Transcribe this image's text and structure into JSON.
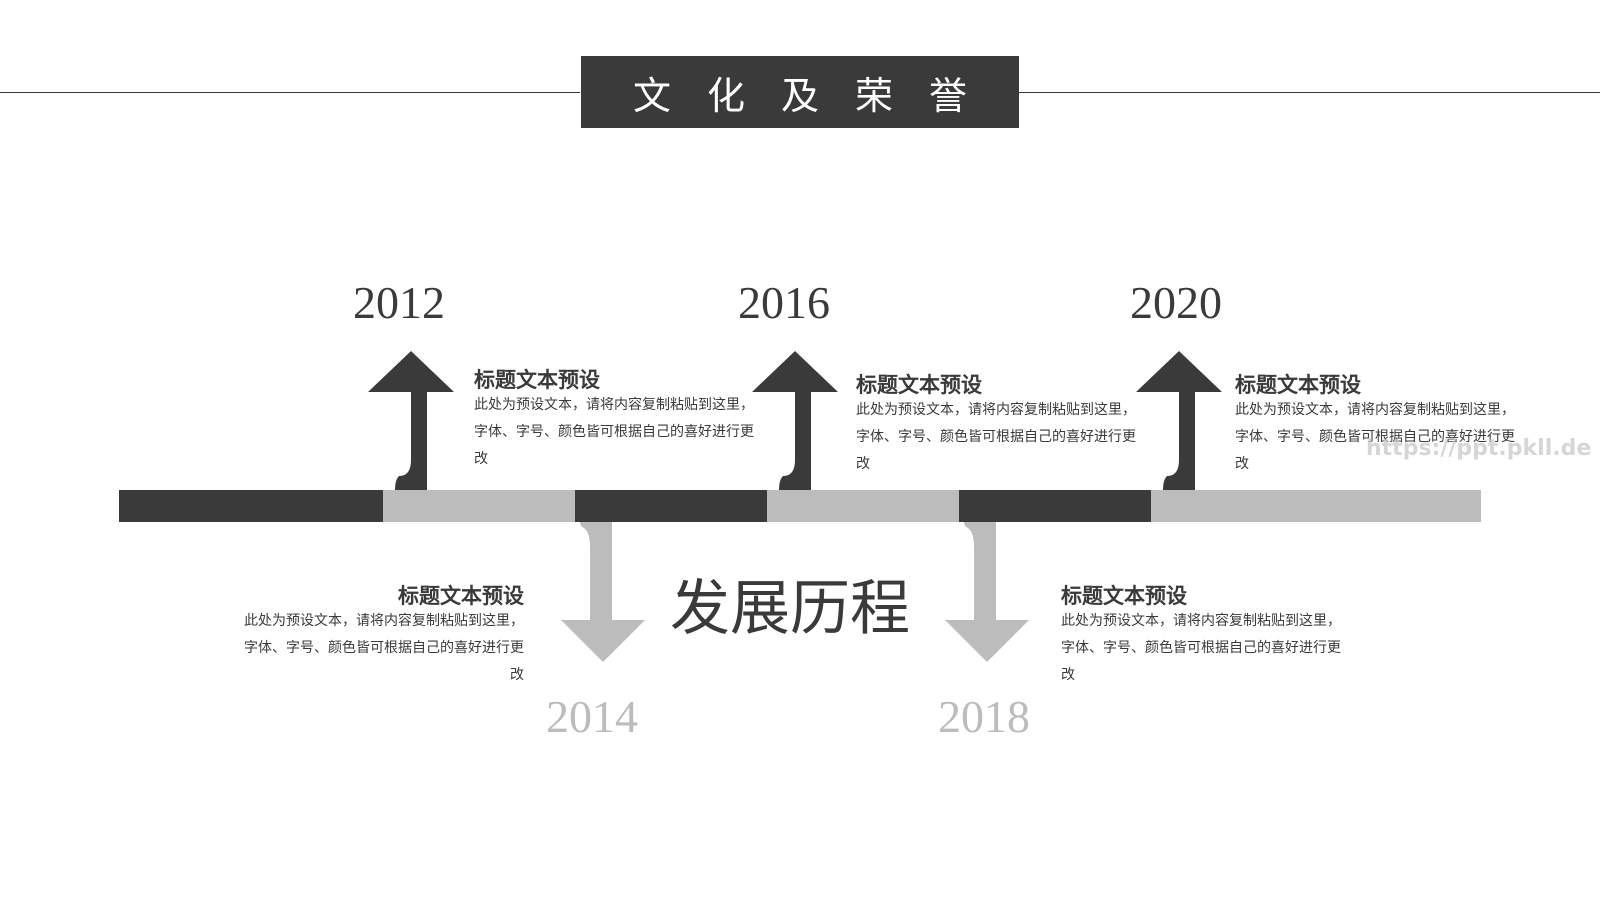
{
  "header": {
    "title": "文化及荣誉"
  },
  "center_title": "发展历程",
  "watermark": "https://ppt.pkll.de",
  "colors": {
    "dark": "#3b3a3b",
    "light": "#bdbcbd"
  },
  "milestones": [
    {
      "year": "2012",
      "direction": "up",
      "heading": "标题文本预设",
      "text": "此处为预设文本，请将内容复制粘贴到这里，字体、字号、颜色皆可根据自己的喜好进行更改"
    },
    {
      "year": "2014",
      "direction": "down",
      "heading": "标题文本预设",
      "text": "此处为预设文本，请将内容复制粘贴到这里，字体、字号、颜色皆可根据自己的喜好进行更改"
    },
    {
      "year": "2016",
      "direction": "up",
      "heading": "标题文本预设",
      "text": "此处为预设文本，请将内容复制粘贴到这里，字体、字号、颜色皆可根据自己的喜好进行更改"
    },
    {
      "year": "2018",
      "direction": "down",
      "heading": "标题文本预设",
      "text": "此处为预设文本，请将内容复制粘贴到这里，字体、字号、颜色皆可根据自己的喜好进行更改"
    },
    {
      "year": "2020",
      "direction": "up",
      "heading": "标题文本预设",
      "text": "此处为预设文本，请将内容复制粘贴到这里，字体、字号、颜色皆可根据自己的喜好进行更改"
    }
  ]
}
